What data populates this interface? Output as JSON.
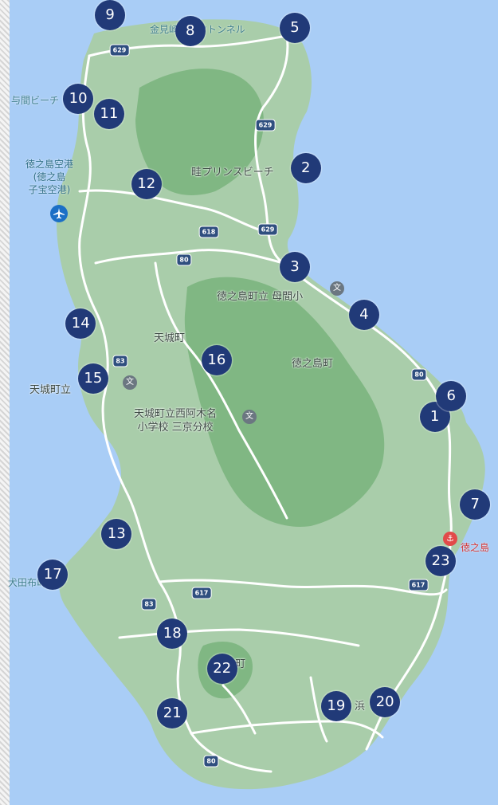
{
  "map": {
    "labels": {
      "kanameshi_tunnel": "金見崎ソテツトンネル",
      "prince_beach": "畦プリンスビーチ",
      "airport": "徳之島空港\n(徳之島\n子宝空港)",
      "kuda_beach_partial": "与間ビーチ",
      "boma_school": "徳之島町立 母間小",
      "amagi_town": "天城町",
      "tokunoshima_town": "徳之島町",
      "amagi_school_partial": "天城町立",
      "nishiagina_school": "天城町立西阿木名\n小学校 三京分校",
      "inutabu_partial": "犬田布岬",
      "port_label": "徳之島",
      "isen_town_partial": "町",
      "hama_partial": "浜"
    },
    "route_shields": [
      "629",
      "629",
      "629",
      "618",
      "80",
      "83",
      "80",
      "617",
      "617",
      "83",
      "80"
    ],
    "icons": {
      "school": "school-icon",
      "airport": "airport-icon",
      "port": "port-icon"
    },
    "colors": {
      "sea": "#a9cdf6",
      "land": "#a9cdaa",
      "forest": "#80b783",
      "road": "#ffffff",
      "marker": "#213a78"
    }
  },
  "markers": [
    {
      "n": "1",
      "x": 0.873,
      "y": 0.518
    },
    {
      "n": "2",
      "x": 0.614,
      "y": 0.209
    },
    {
      "n": "3",
      "x": 0.592,
      "y": 0.332
    },
    {
      "n": "4",
      "x": 0.731,
      "y": 0.391
    },
    {
      "n": "5",
      "x": 0.592,
      "y": 0.035
    },
    {
      "n": "6",
      "x": 0.906,
      "y": 0.492
    },
    {
      "n": "7",
      "x": 0.954,
      "y": 0.627
    },
    {
      "n": "8",
      "x": 0.382,
      "y": 0.039
    },
    {
      "n": "9",
      "x": 0.221,
      "y": 0.019
    },
    {
      "n": "10",
      "x": 0.157,
      "y": 0.123
    },
    {
      "n": "11",
      "x": 0.219,
      "y": 0.142
    },
    {
      "n": "12",
      "x": 0.294,
      "y": 0.229
    },
    {
      "n": "13",
      "x": 0.234,
      "y": 0.663
    },
    {
      "n": "14",
      "x": 0.162,
      "y": 0.402
    },
    {
      "n": "15",
      "x": 0.187,
      "y": 0.47
    },
    {
      "n": "16",
      "x": 0.435,
      "y": 0.448
    },
    {
      "n": "17",
      "x": 0.106,
      "y": 0.714
    },
    {
      "n": "18",
      "x": 0.346,
      "y": 0.787
    },
    {
      "n": "19",
      "x": 0.675,
      "y": 0.877
    },
    {
      "n": "20",
      "x": 0.773,
      "y": 0.872
    },
    {
      "n": "21",
      "x": 0.346,
      "y": 0.886
    },
    {
      "n": "22",
      "x": 0.446,
      "y": 0.831
    },
    {
      "n": "23",
      "x": 0.885,
      "y": 0.697
    }
  ]
}
